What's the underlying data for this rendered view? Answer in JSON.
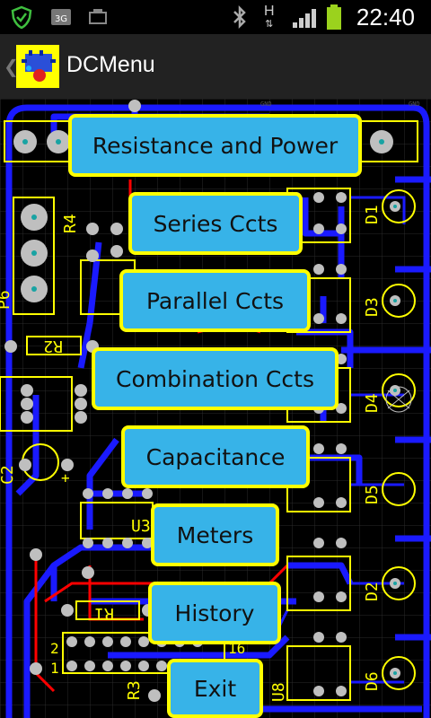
{
  "status_bar": {
    "time": "22:40",
    "network_type": "3G",
    "data_indicator": "H",
    "icons": [
      "shield-icon",
      "3g-icon",
      "usb-icon",
      "bluetooth-icon",
      "h-data-icon",
      "signal-icon",
      "battery-icon"
    ],
    "battery_color": "#9bd21d"
  },
  "action_bar": {
    "title": "DCMenu",
    "icon": "app-circuit-icon"
  },
  "menu": {
    "buttons": [
      {
        "label": "Resistance and Power"
      },
      {
        "label": "Series Ccts"
      },
      {
        "label": "Parallel Ccts"
      },
      {
        "label": "Combination Ccts"
      },
      {
        "label": "Capacitance"
      },
      {
        "label": "Meters"
      },
      {
        "label": "History"
      },
      {
        "label": "Exit"
      }
    ]
  },
  "pcb": {
    "designators": [
      "R4",
      "R2",
      "R1",
      "R3",
      "U3",
      "U8",
      "P6",
      "C2",
      "D1",
      "D3",
      "D4",
      "D5",
      "D2",
      "D6",
      "2",
      "1",
      "16"
    ],
    "net_label": "GND",
    "colors": {
      "trace": "#1a1aff",
      "silkscreen": "#ffff00",
      "pad": "#bfbfbf",
      "red_trace": "#ff0000"
    }
  },
  "colors": {
    "button_fill": "#37b3e8",
    "button_border": "#ffff00"
  }
}
